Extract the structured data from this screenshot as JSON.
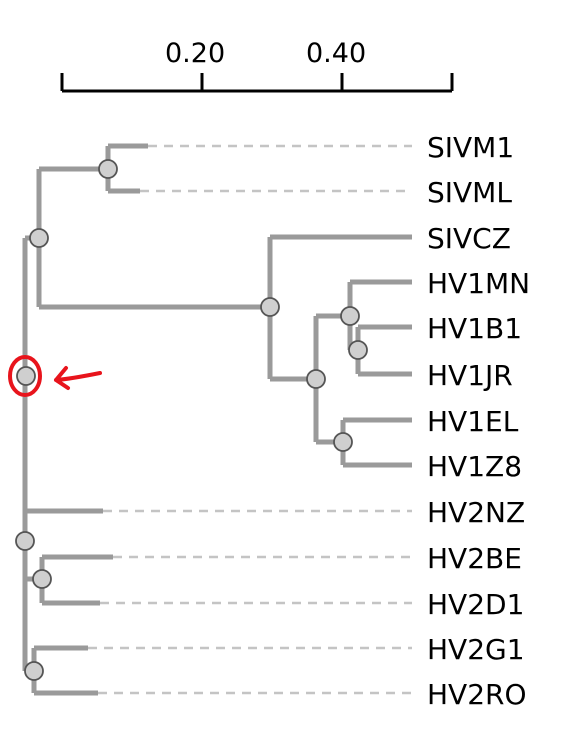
{
  "scale_bar": {
    "tick_labels": [
      "0.20",
      "0.40"
    ]
  },
  "leaves": [
    "SIVM1",
    "SIVML",
    "SIVCZ",
    "HV1MN",
    "HV1B1",
    "HV1JR",
    "HV1EL",
    "HV1Z8",
    "HV2NZ",
    "HV2BE",
    "HV2D1",
    "HV2G1",
    "HV2RO"
  ],
  "colors": {
    "branch": "#9a9a9a",
    "node_fill": "#cfcfcf",
    "guide": "#c4c4c4",
    "highlight": "#e8141c"
  },
  "annotation": {
    "type": "red circle with arrow",
    "target": "root node"
  }
}
